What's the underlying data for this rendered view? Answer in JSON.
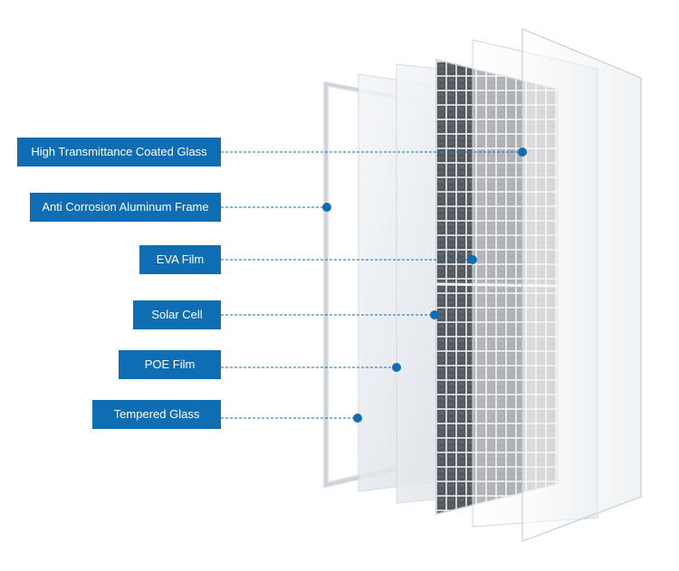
{
  "colors": {
    "label_bg": "#0f6db4",
    "leader": "#0f6db4",
    "dot": "#0f6db4",
    "frame": "#d8dde2",
    "glass": "#dfe5ea",
    "cell_dark": "#3b3f44"
  },
  "layers": [
    {
      "id": "front-glass",
      "label": "High Transmittance Coated Glass"
    },
    {
      "id": "frame",
      "label": "Anti Corrosion Aluminum Frame"
    },
    {
      "id": "eva-film",
      "label": "EVA Film"
    },
    {
      "id": "solar-cell",
      "label": "Solar Cell"
    },
    {
      "id": "poe-film",
      "label": "POE Film"
    },
    {
      "id": "tempered-glass",
      "label": "Tempered Glass"
    }
  ]
}
